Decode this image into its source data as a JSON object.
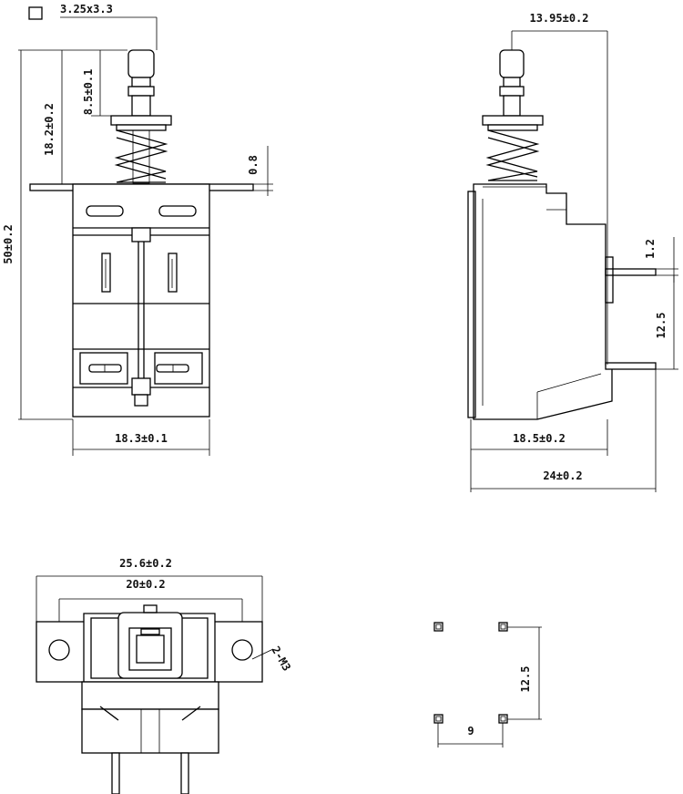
{
  "legend": {
    "text": "3.25x3.3"
  },
  "front_view": {
    "dim_height": "50±0.2",
    "dim_body": "18.2±0.2",
    "dim_plunger": "8.5±0.1",
    "dim_flange": "0.8",
    "dim_width": "18.3±0.1"
  },
  "side_view": {
    "dim_top": "13.95±0.2",
    "dim_pin_offset": "1.2",
    "dim_pin_pitch": "12.5",
    "dim_body": "18.5±0.2",
    "dim_overall": "24±0.2"
  },
  "bottom_view": {
    "dim_overall": "25.6±0.2",
    "dim_holes": "20±0.2",
    "hole_note": "2-M3"
  },
  "footprint": {
    "dim_vertical": "12.5",
    "dim_horizontal": "9"
  }
}
